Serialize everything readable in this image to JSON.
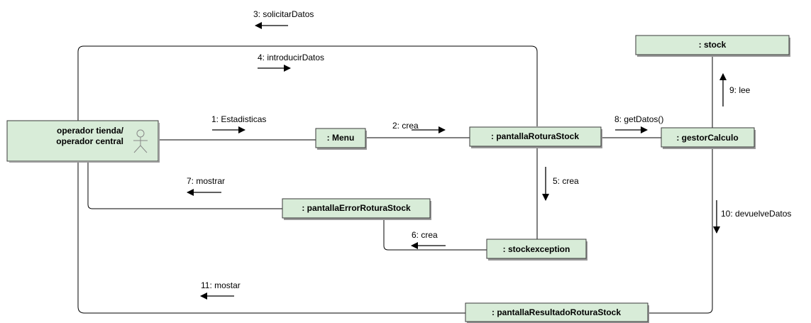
{
  "colors": {
    "node_fill": "#d8ecd8",
    "node_border": "#3a3a3a",
    "line": "#000000"
  },
  "actor": {
    "label_line1": "operador tienda/",
    "label_line2": "operador central"
  },
  "objects": {
    "menu": ": Menu",
    "pantalla_rotura": ": pantallaRoturaStock",
    "gestor": ": gestorCalculo",
    "stock": ": stock",
    "pantalla_error": ": pantallaErrorRoturaStock",
    "stockexception": ": stockexception",
    "pantalla_resultado": ": pantallaResultadoRoturaStock"
  },
  "messages": {
    "m1": "1: Estadisticas",
    "m2": "2: crea",
    "m3": "3: solicitarDatos",
    "m4": "4: introducirDatos",
    "m5": "5: crea",
    "m6": "6: crea",
    "m7": "7: mostrar",
    "m8": "8: getDatos()",
    "m9": "9: lee",
    "m10": "10: devuelveDatos",
    "m11": "11: mostar"
  }
}
